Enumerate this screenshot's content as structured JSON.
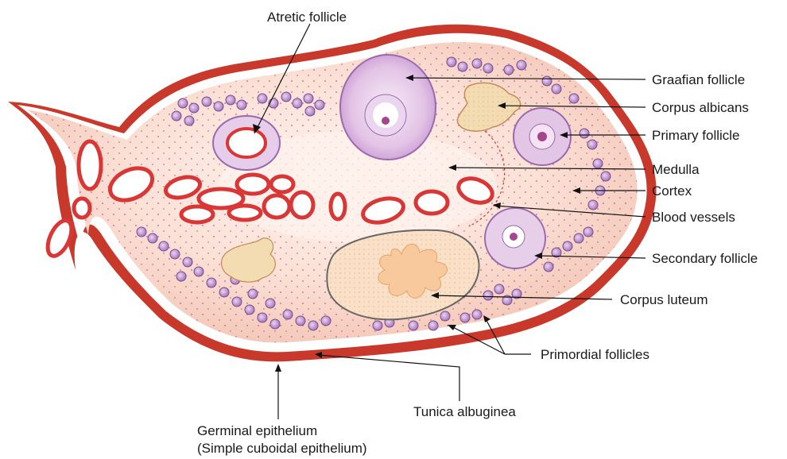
{
  "labels": {
    "atretic_follicle": "Atretic follicle",
    "graafian_follicle": "Graafian follicle",
    "corpus_albicans": "Corpus albicans",
    "primary_follicle": "Primary follicle",
    "medulla": "Medulla",
    "cortex": "Cortex",
    "blood_vessels": "Blood vessels",
    "secondary_follicle": "Secondary follicle",
    "corpus_luteum": "Corpus luteum",
    "primordial_follicles": "Primordial follicles",
    "tunica_albuginea": "Tunica albuginea",
    "germinal_epithelium": "Germinal epithelium",
    "germinal_epithelium_note": "(Simple cuboidal epithelium)"
  },
  "colors": {
    "outer_wall": "#c8382b",
    "stroma": "#f6d3c6",
    "medulla": "#fdeee8",
    "vessel": "#d93636",
    "follicle_cell": "#b98ac9",
    "graafian": "#d9b3de",
    "corpus_luteum": "#f7c99c",
    "corpus_albicans": "#f3dcb2"
  }
}
